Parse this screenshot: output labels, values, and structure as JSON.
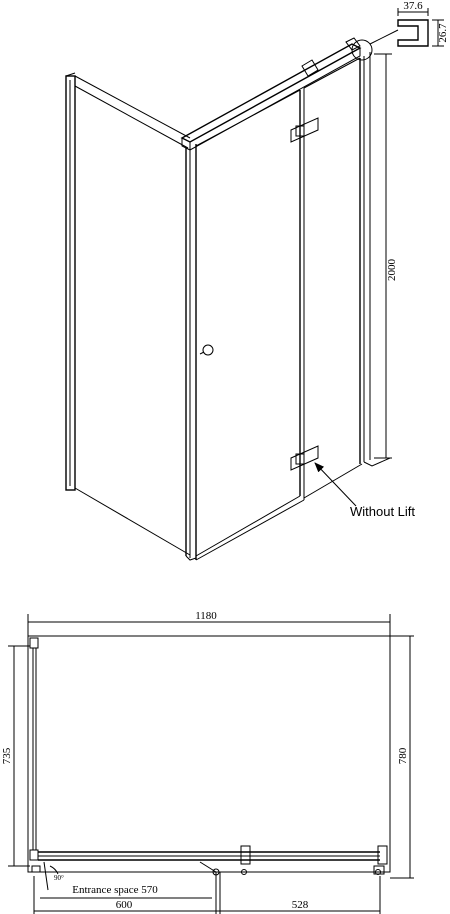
{
  "profile": {
    "width": "37.6",
    "depth": "26.7"
  },
  "height": "2000",
  "callout": "Without Lift",
  "plan": {
    "overall_width": "1180",
    "left_depth": "735",
    "right_depth": "780",
    "entrance": "Entrance space 570",
    "left_seg": "600",
    "right_seg": "528",
    "angle": "90°"
  }
}
